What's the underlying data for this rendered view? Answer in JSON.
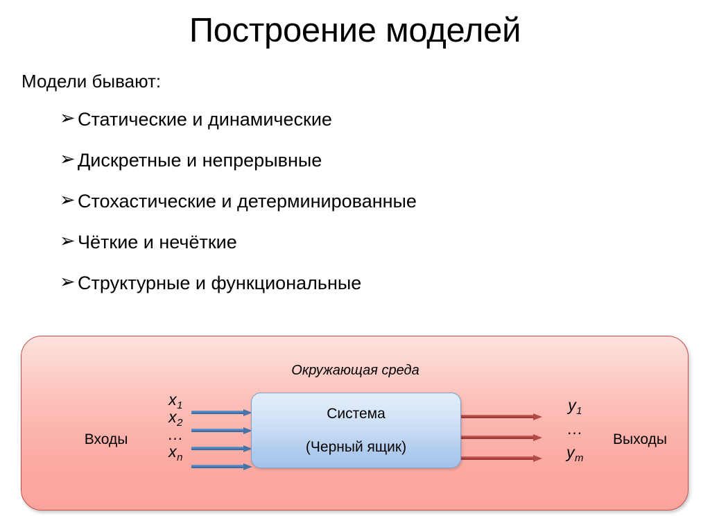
{
  "slide": {
    "title": "Построение моделей",
    "intro": "Модели бывают:",
    "bullet_marker": "➢",
    "bullets": [
      {
        "text": "Статические и динамические"
      },
      {
        "text": "Дискретные и непрерывные"
      },
      {
        "text": "Стохастические и детерминированные"
      },
      {
        "text": "Чёткие и нечёткие"
      },
      {
        "text": "Структурные и функциональные"
      }
    ]
  },
  "diagram": {
    "environment_label": "Окружающая среда",
    "inputs_label": "Входы",
    "outputs_label": "Выходы",
    "system": {
      "title": "Система",
      "subtitle": "(Черный ящик)"
    },
    "input_signals": [
      {
        "base": "x",
        "sub": "1"
      },
      {
        "base": "x",
        "sub": "2"
      },
      {
        "base": "…",
        "sub": ""
      },
      {
        "base": "x",
        "sub": "n"
      }
    ],
    "output_signals": [
      {
        "base": "y",
        "sub": "1"
      },
      {
        "base": "…",
        "sub": ""
      },
      {
        "base": "y",
        "sub": "m"
      }
    ],
    "colors": {
      "environment_fill_top": "#fde2de",
      "environment_fill_bottom": "#fba49c",
      "environment_border": "#c0504d",
      "system_fill_top": "#e2edfa",
      "system_fill_bottom": "#a4c3ea",
      "system_border": "#7ba2d0",
      "input_arrow": "#4a7ebb",
      "output_arrow": "#b4433f",
      "text": "#000000"
    }
  }
}
